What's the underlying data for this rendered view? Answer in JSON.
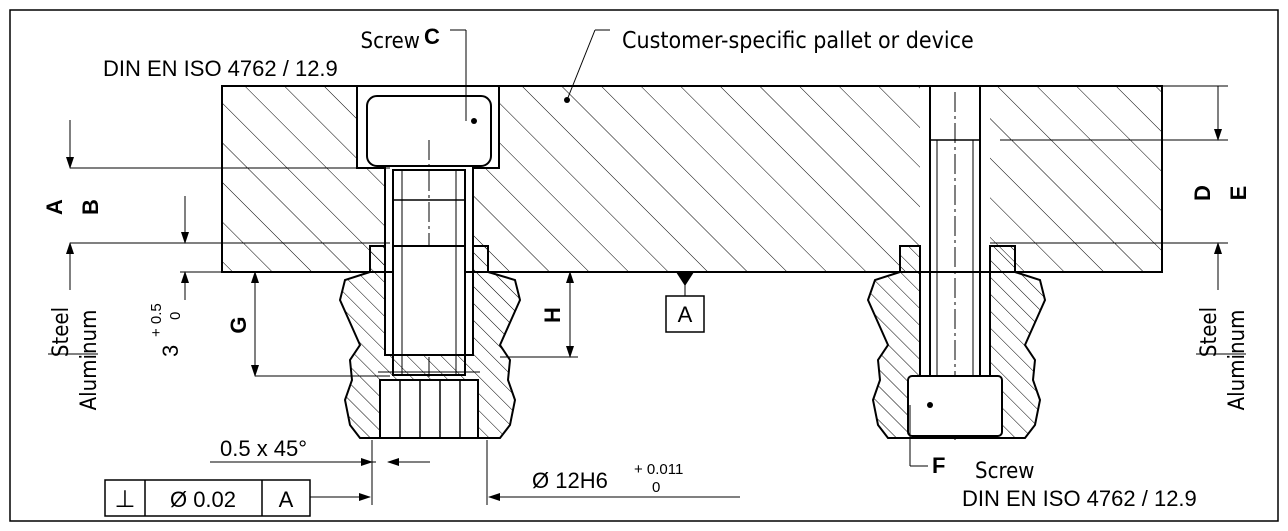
{
  "labels": {
    "screw_c_word": "Screw",
    "screw_c_letter": "C",
    "screw_c_standard": "DIN EN ISO 4762 / 12.9",
    "customer_pallet": "Customer-specific pallet or device",
    "screw_f_letter": "F",
    "screw_f_word": "Screw",
    "screw_f_standard": "DIN EN ISO 4762 / 12.9",
    "datum_a": "A"
  },
  "dimensions": {
    "a": "A",
    "b": "B",
    "d": "D",
    "e": "E",
    "g": "G",
    "h": "H",
    "depth_base": "3",
    "depth_upper_tol": "+ 0.5",
    "depth_lower_tol": "0",
    "chamfer": "0.5 x 45°",
    "bore_diameter": "Ø 12H6",
    "bore_upper_tol": "+ 0.011",
    "bore_lower_tol": "0"
  },
  "materials": {
    "left_top": "Steel",
    "left_bottom": "Aluminum",
    "right_top": "Steel",
    "right_bottom": "Aluminum"
  },
  "tolerance_frame": {
    "symbol": "⊥",
    "value": "Ø 0.02",
    "datum": "A"
  }
}
